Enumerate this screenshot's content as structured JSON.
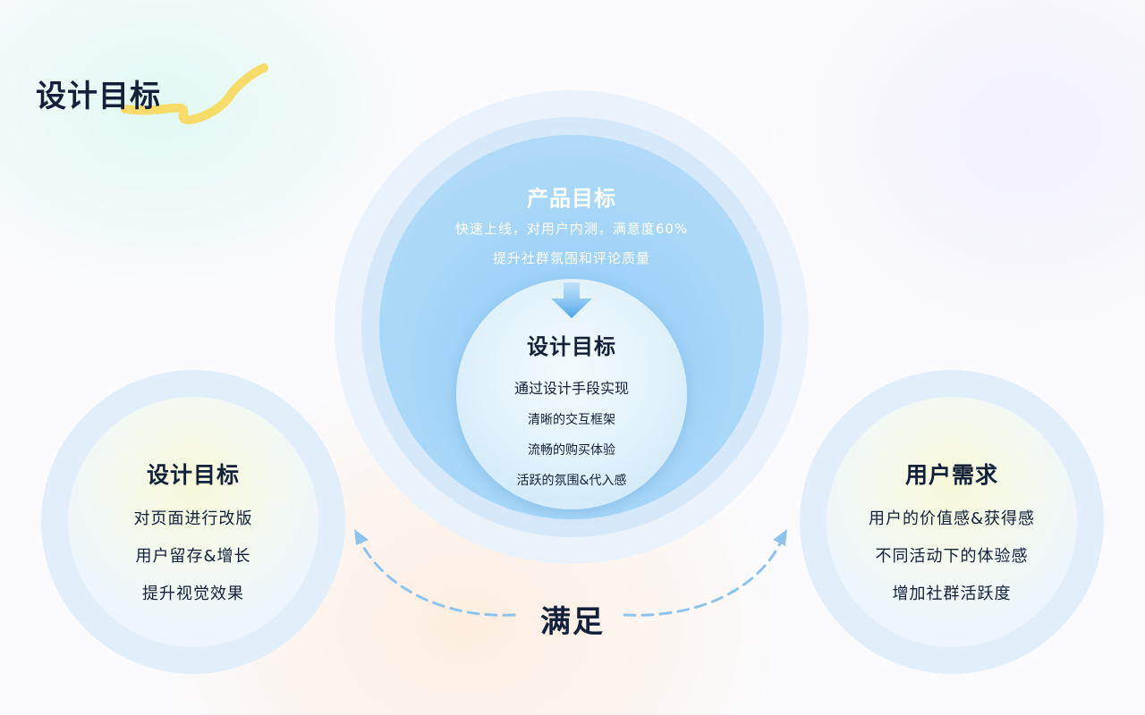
{
  "page_title": "设计目标",
  "product_goal": {
    "title": "产品目标",
    "lines": [
      "快速上线，对用户内测，满意度60%",
      "提升社群氛围和评论质量"
    ]
  },
  "design_goal_core": {
    "title": "设计目标",
    "subtitle": "通过设计手段实现",
    "items": [
      "清晰的交互框架",
      "流畅的购买体验",
      "活跃的氛围&代入感"
    ]
  },
  "left_circle": {
    "title": "设计目标",
    "items": [
      "对页面进行改版",
      "用户留存&增长",
      "提升视觉效果"
    ]
  },
  "right_circle": {
    "title": "用户需求",
    "items": [
      "用户的价值感&获得感",
      "不同活动下的体验感",
      "增加社群活跃度"
    ]
  },
  "connector_label": "满足",
  "colors": {
    "title_underline": "#f7dc6a",
    "inner_circle": "#8ecaf6",
    "dash_arrow": "#8cc4ee",
    "text_dark": "#12203a"
  }
}
